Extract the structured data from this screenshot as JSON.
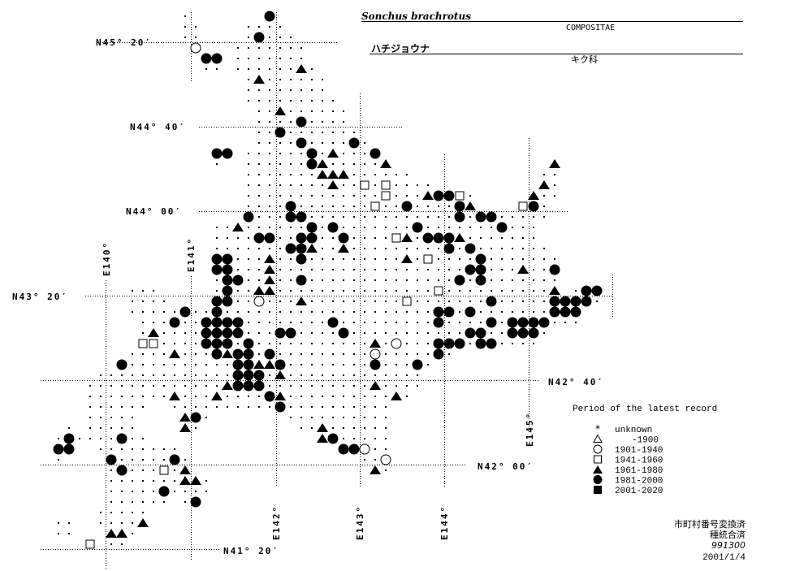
{
  "header": {
    "scientific_name": "Sonchus brachrotus",
    "family_latin": "COMPOSITAE",
    "japanese_name": "ハチジョウナ",
    "family_japanese": "キク科"
  },
  "axes": {
    "lat_labels": [
      "N45° 20′",
      "N44° 40′",
      "N44° 00′",
      "N43° 20′",
      "N42° 40′",
      "N42° 00′",
      "N41° 20′"
    ],
    "lon_labels": [
      "E140°",
      "E141°",
      "E142°",
      "E143°",
      "E144°",
      "E145°"
    ]
  },
  "legend": {
    "title": "Period of the latest record",
    "items": [
      {
        "key": "u",
        "symbol": "asterisk",
        "label": "unknown"
      },
      {
        "key": "o",
        "symbol": "open-triangle",
        "label": "-1900"
      },
      {
        "key": "c",
        "symbol": "open-circle",
        "label": "1901-1940"
      },
      {
        "key": "s",
        "symbol": "open-square",
        "label": "1941-1960"
      },
      {
        "key": "t",
        "symbol": "filled-triangle",
        "label": "1961-1980"
      },
      {
        "key": "f",
        "symbol": "filled-circle",
        "label": "1981-2000"
      },
      {
        "key": "q",
        "symbol": "filled-square",
        "label": "2001-2020"
      }
    ]
  },
  "footer": {
    "line1": "市町村番号変換済",
    "line2": "種統合済",
    "code": "991300",
    "date": "2001/1/4"
  },
  "map": {
    "dot_rows": [
      [
        [
          12,
          12
        ]
      ],
      [
        [
          12,
          13
        ],
        [
          18,
          21
        ]
      ],
      [
        [
          12,
          13
        ],
        [
          18,
          22
        ]
      ],
      [
        [
          17,
          23
        ]
      ],
      [
        [
          17,
          23
        ]
      ],
      [
        [
          14,
          15
        ],
        [
          17,
          24
        ]
      ],
      [
        [
          18,
          25
        ]
      ],
      [
        [
          18,
          25
        ]
      ],
      [
        [
          18,
          26
        ]
      ],
      [
        [
          19,
          27
        ]
      ],
      [
        [
          19,
          27
        ]
      ],
      [
        [
          19,
          28
        ]
      ],
      [
        [
          19,
          29
        ]
      ],
      [
        [
          18,
          30
        ]
      ],
      [
        [
          15,
          15
        ],
        [
          18,
          31
        ],
        [
          47,
          47
        ]
      ],
      [
        [
          18,
          33
        ],
        [
          46,
          47
        ]
      ],
      [
        [
          18,
          35
        ],
        [
          46,
          47
        ]
      ],
      [
        [
          18,
          39
        ],
        [
          45,
          47
        ]
      ],
      [
        [
          18,
          39
        ],
        [
          44,
          46
        ]
      ],
      [
        [
          18,
          46
        ]
      ],
      [
        [
          15,
          45
        ]
      ],
      [
        [
          15,
          45
        ]
      ],
      [
        [
          15,
          46
        ]
      ],
      [
        [
          15,
          47
        ]
      ],
      [
        [
          15,
          47
        ]
      ],
      [
        [
          15,
          47
        ]
      ],
      [
        [
          7,
          9
        ],
        [
          15,
          47
        ],
        [
          49,
          51
        ]
      ],
      [
        [
          7,
          10
        ],
        [
          15,
          51
        ]
      ],
      [
        [
          7,
          49
        ]
      ],
      [
        [
          8,
          49
        ]
      ],
      [
        [
          8,
          46
        ]
      ],
      [
        [
          8,
          45
        ]
      ],
      [
        [
          7,
          37
        ]
      ],
      [
        [
          6,
          35
        ]
      ],
      [
        [
          4,
          34
        ]
      ],
      [
        [
          3,
          34
        ]
      ],
      [
        [
          3,
          33
        ]
      ],
      [
        [
          3,
          8
        ],
        [
          11,
          31
        ]
      ],
      [
        [
          3,
          7
        ],
        [
          12,
          14
        ],
        [
          22,
          31
        ]
      ],
      [
        [
          1,
          1
        ],
        [
          3,
          7
        ],
        [
          12,
          13
        ],
        [
          23,
          31
        ]
      ],
      [
        [
          0,
          8
        ],
        [
          25,
          31
        ]
      ],
      [
        [
          0,
          1
        ],
        [
          4,
          11
        ],
        [
          27,
          31
        ]
      ],
      [
        [
          0,
          0
        ],
        [
          5,
          12
        ],
        [
          29,
          31
        ]
      ],
      [
        [
          5,
          12
        ],
        [
          30,
          31
        ]
      ],
      [
        [
          5,
          14
        ]
      ],
      [
        [
          5,
          14
        ]
      ],
      [
        [
          5,
          10
        ],
        [
          12,
          13
        ]
      ],
      [
        [
          4,
          8
        ]
      ],
      [
        [
          0,
          1
        ],
        [
          4,
          8
        ]
      ],
      [
        [
          0,
          1
        ],
        [
          5,
          7
        ]
      ],
      [
        [
          3,
          3
        ],
        [
          5,
          6
        ]
      ]
    ],
    "records": [
      [
        20,
        0,
        "f"
      ],
      [
        19,
        2,
        "f"
      ],
      [
        13,
        3,
        "c"
      ],
      [
        14,
        4,
        "f"
      ],
      [
        15,
        4,
        "f"
      ],
      [
        23,
        5,
        "t"
      ],
      [
        19,
        6,
        "t"
      ],
      [
        21,
        9,
        "t"
      ],
      [
        23,
        10,
        "f"
      ],
      [
        21,
        11,
        "f"
      ],
      [
        23,
        12,
        "f"
      ],
      [
        28,
        12,
        "f"
      ],
      [
        15,
        13,
        "f"
      ],
      [
        16,
        13,
        "f"
      ],
      [
        24,
        13,
        "f"
      ],
      [
        26,
        13,
        "t"
      ],
      [
        30,
        13,
        "f"
      ],
      [
        24,
        14,
        "f"
      ],
      [
        25,
        14,
        "t"
      ],
      [
        31,
        14,
        "t"
      ],
      [
        47,
        14,
        "t"
      ],
      [
        25,
        15,
        "t"
      ],
      [
        26,
        15,
        "t"
      ],
      [
        27,
        15,
        "t"
      ],
      [
        26,
        16,
        "t"
      ],
      [
        29,
        16,
        "s"
      ],
      [
        31,
        16,
        "s"
      ],
      [
        46,
        16,
        "t"
      ],
      [
        31,
        17,
        "s"
      ],
      [
        35,
        17,
        "t"
      ],
      [
        36,
        17,
        "f"
      ],
      [
        37,
        17,
        "f"
      ],
      [
        38,
        17,
        "s"
      ],
      [
        45,
        17,
        "t"
      ],
      [
        22,
        18,
        "f"
      ],
      [
        30,
        18,
        "s"
      ],
      [
        33,
        18,
        "f"
      ],
      [
        38,
        18,
        "f"
      ],
      [
        39,
        18,
        "t"
      ],
      [
        44,
        18,
        "s"
      ],
      [
        45,
        18,
        "f"
      ],
      [
        18,
        19,
        "f"
      ],
      [
        22,
        19,
        "f"
      ],
      [
        23,
        19,
        "f"
      ],
      [
        38,
        19,
        "f"
      ],
      [
        40,
        19,
        "f"
      ],
      [
        41,
        19,
        "f"
      ],
      [
        17,
        20,
        "t"
      ],
      [
        24,
        20,
        "f"
      ],
      [
        26,
        20,
        "f"
      ],
      [
        34,
        20,
        "f"
      ],
      [
        42,
        20,
        "f"
      ],
      [
        19,
        21,
        "f"
      ],
      [
        20,
        21,
        "f"
      ],
      [
        23,
        21,
        "f"
      ],
      [
        24,
        21,
        "f"
      ],
      [
        27,
        21,
        "f"
      ],
      [
        32,
        21,
        "s"
      ],
      [
        33,
        21,
        "t"
      ],
      [
        35,
        21,
        "f"
      ],
      [
        36,
        21,
        "f"
      ],
      [
        37,
        21,
        "f"
      ],
      [
        38,
        21,
        "t"
      ],
      [
        22,
        22,
        "f"
      ],
      [
        23,
        22,
        "f"
      ],
      [
        24,
        22,
        "t"
      ],
      [
        27,
        22,
        "t"
      ],
      [
        37,
        22,
        "f"
      ],
      [
        39,
        22,
        "f"
      ],
      [
        15,
        23,
        "f"
      ],
      [
        16,
        23,
        "f"
      ],
      [
        20,
        23,
        "t"
      ],
      [
        23,
        23,
        "f"
      ],
      [
        33,
        23,
        "t"
      ],
      [
        35,
        23,
        "s"
      ],
      [
        40,
        23,
        "f"
      ],
      [
        15,
        24,
        "f"
      ],
      [
        16,
        24,
        "f"
      ],
      [
        20,
        24,
        "t"
      ],
      [
        39,
        24,
        "f"
      ],
      [
        40,
        24,
        "f"
      ],
      [
        44,
        24,
        "t"
      ],
      [
        47,
        24,
        "f"
      ],
      [
        16,
        25,
        "f"
      ],
      [
        17,
        25,
        "f"
      ],
      [
        20,
        25,
        "t"
      ],
      [
        23,
        25,
        "f"
      ],
      [
        38,
        25,
        "f"
      ],
      [
        40,
        25,
        "f"
      ],
      [
        16,
        26,
        "f"
      ],
      [
        19,
        26,
        "t"
      ],
      [
        20,
        26,
        "t"
      ],
      [
        36,
        26,
        "s"
      ],
      [
        47,
        26,
        "t"
      ],
      [
        50,
        26,
        "f"
      ],
      [
        51,
        26,
        "f"
      ],
      [
        15,
        27,
        "f"
      ],
      [
        16,
        27,
        "f"
      ],
      [
        19,
        27,
        "c"
      ],
      [
        23,
        27,
        "t"
      ],
      [
        33,
        27,
        "s"
      ],
      [
        41,
        27,
        "f"
      ],
      [
        47,
        27,
        "f"
      ],
      [
        48,
        27,
        "f"
      ],
      [
        49,
        27,
        "f"
      ],
      [
        50,
        27,
        "f"
      ],
      [
        12,
        28,
        "f"
      ],
      [
        15,
        28,
        "f"
      ],
      [
        36,
        28,
        "f"
      ],
      [
        37,
        28,
        "f"
      ],
      [
        39,
        28,
        "f"
      ],
      [
        47,
        28,
        "f"
      ],
      [
        48,
        28,
        "f"
      ],
      [
        49,
        28,
        "f"
      ],
      [
        11,
        29,
        "f"
      ],
      [
        14,
        29,
        "f"
      ],
      [
        15,
        29,
        "f"
      ],
      [
        16,
        29,
        "f"
      ],
      [
        17,
        29,
        "f"
      ],
      [
        26,
        29,
        "f"
      ],
      [
        36,
        29,
        "f"
      ],
      [
        41,
        29,
        "f"
      ],
      [
        43,
        29,
        "f"
      ],
      [
        44,
        29,
        "f"
      ],
      [
        45,
        29,
        "f"
      ],
      [
        46,
        29,
        "f"
      ],
      [
        9,
        30,
        "t"
      ],
      [
        14,
        30,
        "f"
      ],
      [
        15,
        30,
        "f"
      ],
      [
        16,
        30,
        "f"
      ],
      [
        17,
        30,
        "f"
      ],
      [
        21,
        30,
        "f"
      ],
      [
        22,
        30,
        "f"
      ],
      [
        27,
        30,
        "f"
      ],
      [
        39,
        30,
        "f"
      ],
      [
        40,
        30,
        "f"
      ],
      [
        43,
        30,
        "f"
      ],
      [
        44,
        30,
        "f"
      ],
      [
        45,
        30,
        "f"
      ],
      [
        8,
        31,
        "s"
      ],
      [
        9,
        31,
        "s"
      ],
      [
        14,
        31,
        "f"
      ],
      [
        15,
        31,
        "f"
      ],
      [
        16,
        31,
        "f"
      ],
      [
        18,
        31,
        "f"
      ],
      [
        30,
        31,
        "t"
      ],
      [
        32,
        31,
        "c"
      ],
      [
        36,
        31,
        "f"
      ],
      [
        37,
        31,
        "f"
      ],
      [
        38,
        31,
        "f"
      ],
      [
        40,
        31,
        "f"
      ],
      [
        41,
        31,
        "f"
      ],
      [
        11,
        32,
        "t"
      ],
      [
        15,
        32,
        "f"
      ],
      [
        16,
        32,
        "t"
      ],
      [
        17,
        32,
        "f"
      ],
      [
        18,
        32,
        "f"
      ],
      [
        20,
        32,
        "f"
      ],
      [
        30,
        32,
        "c"
      ],
      [
        36,
        32,
        "f"
      ],
      [
        6,
        33,
        "f"
      ],
      [
        17,
        33,
        "f"
      ],
      [
        18,
        33,
        "f"
      ],
      [
        19,
        33,
        "t"
      ],
      [
        20,
        33,
        "t"
      ],
      [
        21,
        33,
        "f"
      ],
      [
        30,
        33,
        "f"
      ],
      [
        34,
        33,
        "f"
      ],
      [
        17,
        34,
        "f"
      ],
      [
        18,
        34,
        "f"
      ],
      [
        19,
        34,
        "f"
      ],
      [
        21,
        34,
        "t"
      ],
      [
        16,
        35,
        "t"
      ],
      [
        17,
        35,
        "f"
      ],
      [
        18,
        35,
        "f"
      ],
      [
        19,
        35,
        "f"
      ],
      [
        30,
        35,
        "t"
      ],
      [
        11,
        36,
        "t"
      ],
      [
        15,
        36,
        "t"
      ],
      [
        20,
        36,
        "f"
      ],
      [
        21,
        36,
        "t"
      ],
      [
        32,
        36,
        "t"
      ],
      [
        21,
        37,
        "f"
      ],
      [
        12,
        38,
        "t"
      ],
      [
        13,
        38,
        "f"
      ],
      [
        12,
        39,
        "t"
      ],
      [
        25,
        39,
        "t"
      ],
      [
        1,
        40,
        "f"
      ],
      [
        6,
        40,
        "f"
      ],
      [
        25,
        40,
        "t"
      ],
      [
        26,
        40,
        "f"
      ],
      [
        0,
        41,
        "f"
      ],
      [
        1,
        41,
        "f"
      ],
      [
        27,
        41,
        "f"
      ],
      [
        28,
        41,
        "f"
      ],
      [
        29,
        41,
        "c"
      ],
      [
        5,
        42,
        "f"
      ],
      [
        11,
        42,
        "f"
      ],
      [
        31,
        42,
        "c"
      ],
      [
        6,
        43,
        "f"
      ],
      [
        10,
        43,
        "s"
      ],
      [
        12,
        43,
        "t"
      ],
      [
        30,
        43,
        "t"
      ],
      [
        12,
        44,
        "t"
      ],
      [
        13,
        44,
        "t"
      ],
      [
        10,
        45,
        "f"
      ],
      [
        13,
        46,
        "f"
      ],
      [
        8,
        48,
        "t"
      ],
      [
        5,
        49,
        "t"
      ],
      [
        6,
        49,
        "t"
      ],
      [
        3,
        50,
        "s"
      ]
    ]
  }
}
